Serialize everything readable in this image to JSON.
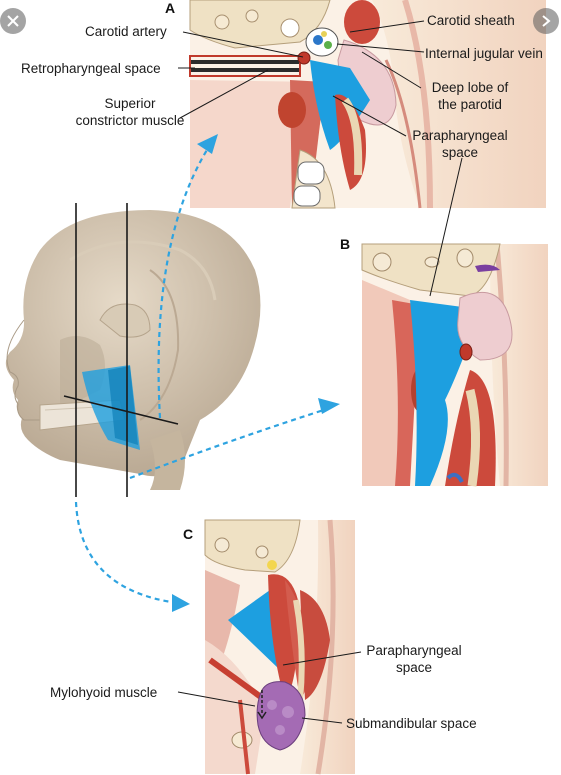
{
  "panels": {
    "a": "A",
    "b": "B",
    "c": "C"
  },
  "labels": {
    "carotid_artery": "Carotid artery",
    "retropharyngeal_space": "Retropharyngeal space",
    "superior_constrictor_line1": "Superior",
    "superior_constrictor_line2": "constrictor muscle",
    "carotid_sheath": "Carotid sheath",
    "internal_jugular_vein": "Internal jugular vein",
    "deep_lobe_line1": "Deep lobe of",
    "deep_lobe_line2": "the parotid",
    "parapharyngeal_a_line1": "Parapharyngeal",
    "parapharyngeal_a_line2": "space",
    "parapharyngeal_c_line1": "Parapharyngeal",
    "parapharyngeal_c_line2": "space",
    "mylohyoid_muscle": "Mylohyoid muscle",
    "submandibular_space": "Submandibular space"
  },
  "controls": {
    "close_icon": "close-icon",
    "next_icon": "chevron-right-icon"
  },
  "colors": {
    "parapharyngeal_blue": "#1d9fe0",
    "muscle_red": "#cc4a3c",
    "bone": "#efe1c4",
    "skin": "#f6e3cf",
    "gland_pink": "#eecdd0",
    "submandibular_purple": "#a46bb4",
    "head_tone": "#c7b7a0"
  }
}
